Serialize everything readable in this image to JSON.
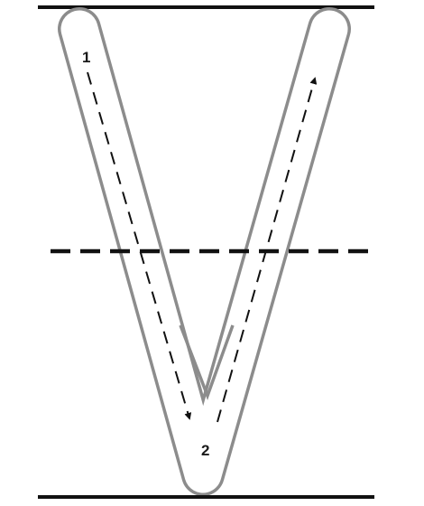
{
  "worksheet": {
    "letter": "V",
    "stroke_numbers": [
      "1",
      "2"
    ],
    "colors": {
      "ruled_lines": "#111111",
      "letter_outline": "#8c8c8c",
      "letter_fill": "#ffffff",
      "stroke_arrows": "#111111",
      "number_text": "#1a1a1a"
    }
  }
}
